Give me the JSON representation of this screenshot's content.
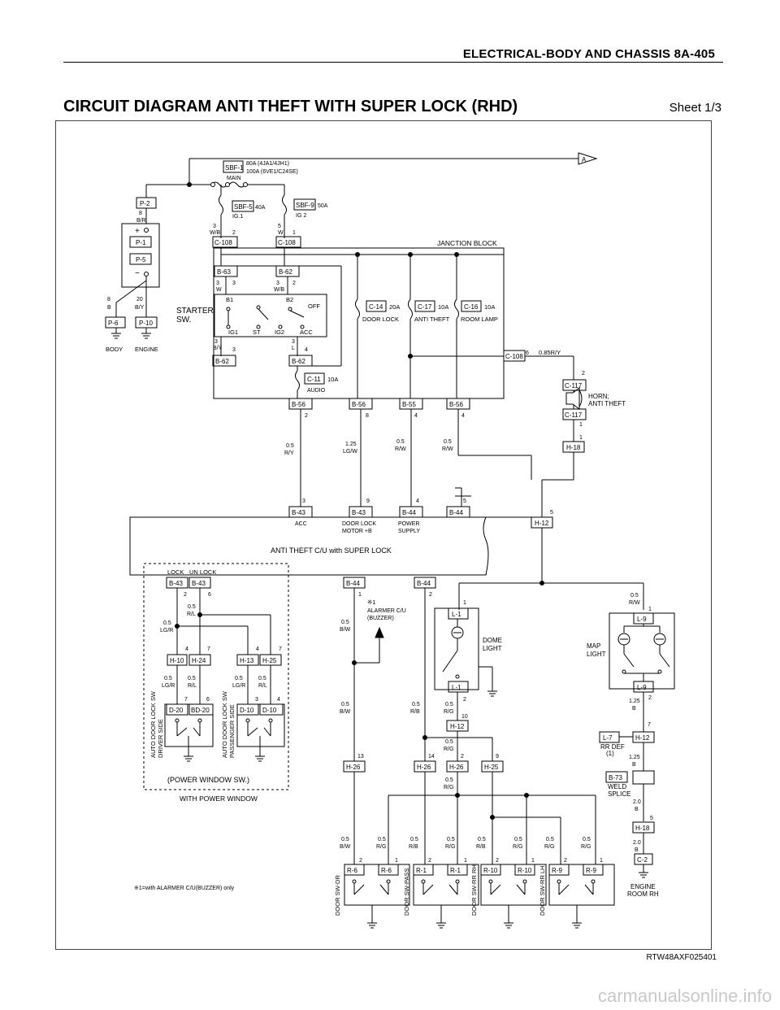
{
  "header": {
    "section": "ELECTRICAL-BODY AND CHASSIS  8A-405",
    "title": "CIRCUIT DIAGRAM ANTI THEFT WITH SUPER LOCK (RHD)",
    "sheet": "Sheet 1/3"
  },
  "footer": {
    "reference": "RTW48AXF025401",
    "watermark": "carmanualsonline.info"
  },
  "power": {
    "main_fuse": "SBF-1",
    "main_label": "MAIN",
    "main_rating1": "80A (4JA1/4JH1)",
    "main_rating2": "100A (6VE1/C24SE)",
    "sbf5": "SBF-5",
    "sbf5_rating": "40A",
    "sbf5_sub": "IG.1",
    "sbf9": "SBF-9",
    "sbf9_rating": "50A",
    "sbf9_sub": "IG 2",
    "arrow": "A"
  },
  "battery": {
    "p2": "P-2",
    "p2_wire_size": "8",
    "p2_wire_color": "B/R",
    "p1": "P-1",
    "p5": "P-5",
    "plus": "+",
    "minus": "−",
    "left_wire_size": "8",
    "left_wire_color": "B",
    "right_wire_size": "20",
    "right_wire_color": "B/Y",
    "p6": "P-6",
    "p10": "P-10",
    "body": "BODY",
    "engine": "ENGINE"
  },
  "starter": {
    "label1": "STARTER",
    "label2": "SW.",
    "b1": "B1",
    "b2": "B2",
    "off": "OFF",
    "ig1": "IG1",
    "st": "ST",
    "ig2": "IG2",
    "acc": "ACC",
    "b63": "B-63",
    "b62": "B-62",
    "w1_size": "3",
    "w1_color": "W/B",
    "w1_pin": "2",
    "w2_size": "5",
    "w2_color": "W",
    "w2_pin": "1",
    "w3_size": "3",
    "w3_color": "W",
    "w3_pin": "3",
    "w4_size": "3",
    "w4_color": "W/B",
    "w4_pin": "2",
    "w5_size": "3",
    "w5_color": "B/Y",
    "w5_pin": "3",
    "w6_size": "3",
    "w6_color": "L",
    "w6_pin": "4",
    "b62a": "B-62",
    "b62b": "B-62"
  },
  "junction": {
    "title": "JANCTION BLOCK",
    "c108a": "C-108",
    "c108b": "C-108",
    "c14": "C-14",
    "c14_rating": "20A",
    "c14_name": "DOOR LOCK",
    "c17": "C-17",
    "c17_rating": "10A",
    "c17_name": "ANTI THEFT",
    "c16": "C-16",
    "c16_rating": "10A",
    "c16_name": "ROOM LAMP",
    "c11": "C-11",
    "c11_rating": "10A",
    "c11_name": "AUDIO",
    "c108c": "C-108",
    "c108c_pin": "6",
    "c108c_wire": "0.85R/Y",
    "b56a": "B-56",
    "b56a_pin": "2",
    "b56b": "B-56",
    "b56b_pin": "8",
    "b55": "B-55",
    "b55_pin": "4",
    "b56c": "B-56",
    "b56c_pin": "4"
  },
  "horn": {
    "c117a": "C-117",
    "c117a_pin": "2",
    "label1": "HORN;",
    "label2": "ANTI THEFT",
    "c117b": "C-117",
    "c117b_pin": "1",
    "h18": "H-18",
    "h18_pin": "1"
  },
  "wires_mid": {
    "w1_size": "0.5",
    "w1_color": "R/Y",
    "w2_size": "1.25",
    "w2_color": "LG/W",
    "w3_size": "0.5",
    "w3_color": "R/W",
    "w4_size": "0.5",
    "w4_color": "R/W"
  },
  "cu": {
    "name": "ANTI THEFT C/U with SUPER LOCK",
    "b43a": "B-43",
    "b43a_pin": "3",
    "b43a_name": "ACC",
    "b43b": "B-43",
    "b43b_pin": "9",
    "b43b_name1": "DOOR LOCK",
    "b43b_name2": "MOTOR +B",
    "b44a": "B-44",
    "b44a_pin": "4",
    "b44a_name1": "POWER",
    "b44a_name2": "SUPPLY",
    "b44b": "B-44",
    "b44b_pin": "5",
    "h12": "H-12",
    "h12_pin": "5"
  },
  "power_window": {
    "lock": "LOCK",
    "unlock": "UN LOCK",
    "b43l": "B-43",
    "b43l_pin": "2",
    "b43r": "B-43",
    "b43r_pin": "6",
    "rl_size": "0.5",
    "rl_color": "R/L",
    "lgr_size": "0.5",
    "lgr_color": "LG/R",
    "h10": "H-10",
    "h10_pin": "4",
    "h24": "H-24",
    "h24_pin": "7",
    "h13": "H-13",
    "h13_pin": "4",
    "h25": "H-25",
    "h25_pin": "7",
    "a_size": "0.5",
    "a_color": "LG/R",
    "b_size": "0.5",
    "b_color": "R/L",
    "c_size": "0.5",
    "c_color": "LG/R",
    "d_size": "0.5",
    "d_color": "R/L",
    "d20": "D-20",
    "d20_pin": "7",
    "bd20": "BD-20",
    "bd20_pin": "6",
    "d10a": "D-10",
    "d10a_pin": "3",
    "d10b": "D-10",
    "d10b_pin": "4",
    "drv1": "AUTO DOOR LOCK SW",
    "drv2": "DRIVER SIDE",
    "pas1": "AUTO DOOR LOCK SW",
    "pas2": "PASSENGER SIDE",
    "sw": "(POWER WINDOW SW.)",
    "with": "WITH POWER WINDOW"
  },
  "alarm": {
    "b44": "B-44",
    "b44_pin": "1",
    "mark": "※1",
    "name1": "ALARMER C/U",
    "name2": "(BUZZER)",
    "w_size": "0.5",
    "w_color": "B/W",
    "w2_size": "0.5",
    "w2_color": "B/W",
    "h26": "H-26",
    "h26_pin": "13",
    "note": "※1=with ALARMER C/U(BUZZER) only"
  },
  "dome": {
    "b44": "B-44",
    "b44_pin": "2",
    "l1a": "L-1",
    "l1a_pin": "1",
    "name1": "DOME",
    "name2": "LIGHT",
    "l1b": "L-1",
    "l1b_pin": "2",
    "rb_size": "0.5",
    "rb_color": "R/B",
    "rg_size": "0.5",
    "rg_color": "R/G",
    "h12": "H-12",
    "h12_pin": "10",
    "rg2_size": "0.5",
    "rg2_color": "R/G",
    "h26": "H-26",
    "h26_pin": "14",
    "h26b": "H-26",
    "h26b_pin": "2",
    "h25": "H-25",
    "h25_pin": "9",
    "rg3_size": "0.5",
    "rg3_color": "R/G"
  },
  "map": {
    "rw_size": "0.5",
    "rw_color": "R/W",
    "l9a": "L-9",
    "l9a_pin": "1",
    "name1": "MAP",
    "name2": "LIGHT",
    "l9b": "L-9",
    "l9b_pin": "2",
    "b_size": "1.25",
    "b_color": "B",
    "l7": "L-7",
    "rrdef1": "RR DEF",
    "rrdef2": "(1)",
    "h12": "H-12",
    "h12_pin": "7",
    "b2_size": "1.25",
    "b2_color": "B",
    "b73": "B-73",
    "weld1": "WELD",
    "weld2": "SPLICE",
    "b3_size": "2.0",
    "b3_color": "B",
    "h18": "H-18",
    "h18_pin": "5",
    "b4_size": "2.0",
    "b4_color": "B",
    "c2": "C-2",
    "eng1": "ENGINE",
    "eng2": "ROOM RH"
  },
  "door_switches": [
    {
      "conn": "R-6",
      "name": "DOOR SW-DR",
      "w1_size": "0.5",
      "w1_color": "B/W",
      "w2_size": "0.5",
      "w2_color": "R/G",
      "p1": "2",
      "p2": "1"
    },
    {
      "conn": "R-1",
      "name": "DOOR SW-PASS",
      "w1_size": "0.5",
      "w1_color": "R/B",
      "w2_size": "0.5",
      "w2_color": "R/G",
      "p1": "2",
      "p2": "1"
    },
    {
      "conn": "R-10",
      "name": "DOOR SW-RR RH",
      "w1_size": "0.5",
      "w1_color": "R/B",
      "w2_size": "0.5",
      "w2_color": "R/G",
      "p1": "2",
      "p2": "1"
    },
    {
      "conn": "R-9",
      "name": "DOOR SW-RR LH",
      "w1_size": "0.5",
      "w1_color": "R/G",
      "w2_size": "0.5",
      "w2_color": "R/G",
      "p1": "2",
      "p2": "1"
    }
  ]
}
